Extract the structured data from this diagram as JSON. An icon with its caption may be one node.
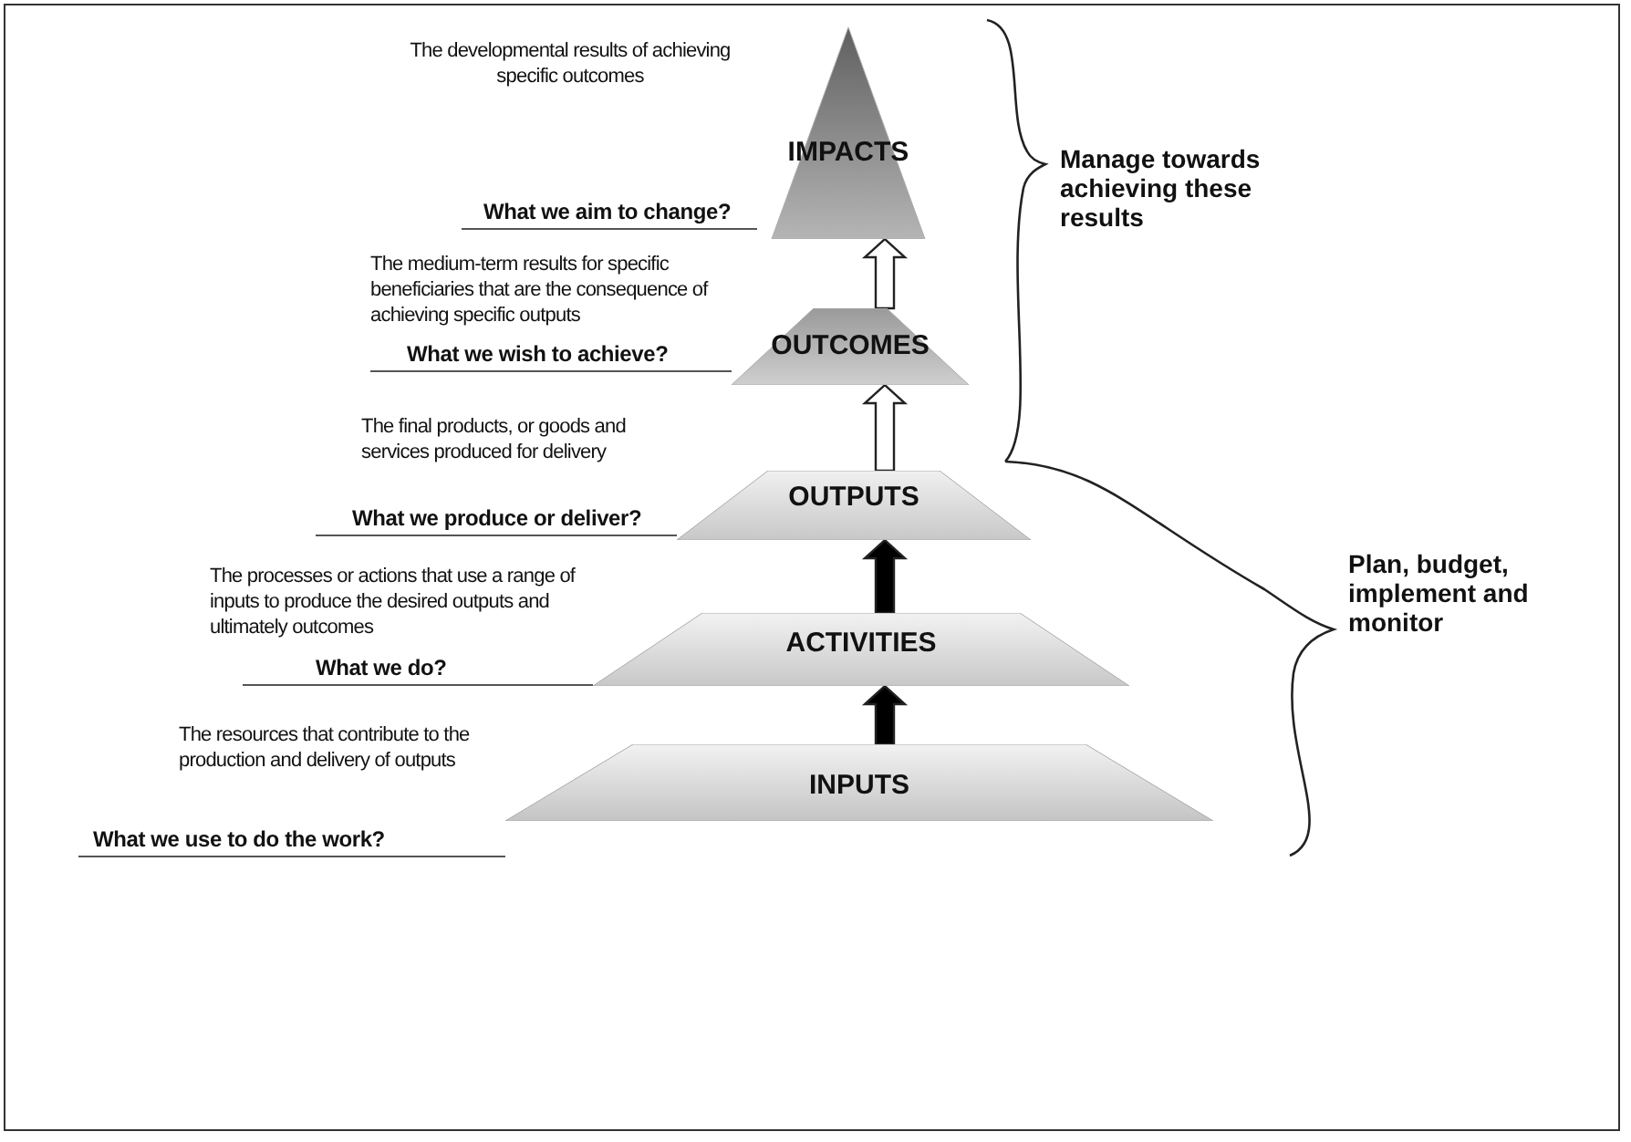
{
  "diagram": {
    "nodes": [
      {
        "text": [
          "IMPACTS"
        ],
        "beside": [
          "The developmental results of achieving specific outcomes",
          "What we aim to change?"
        ]
      },
      {
        "text": [
          "OUTCOMES"
        ],
        "beside": [
          "The medium-term results for specific beneficiaries that are the consequence of achieving specific outputs",
          "What we wish to achieve?"
        ]
      },
      {
        "text": [
          "OUTPUTS"
        ],
        "beside": [
          "The final products, or goods and services produced for delivery",
          "What we produce or deliver?"
        ]
      },
      {
        "text": [
          "ACTIVITIES"
        ],
        "beside": [
          "The processes or actions that use a range of inputs to produce the desired outputs and ultimately outcomes",
          "What we do?"
        ]
      },
      {
        "text": [
          "INPUTS"
        ],
        "beside": [
          "The resources that contribute to the production and delivery of outputs",
          "What we use to do the work?"
        ]
      }
    ],
    "edges": [
      {
        "from": 1,
        "to": 0,
        "arrow": "to",
        "color": "#ffffff"
      },
      {
        "from": 2,
        "to": 1,
        "arrow": "to",
        "color": "#ffffff"
      },
      {
        "from": 3,
        "to": 2,
        "arrow": "to",
        "color": "#000000"
      },
      {
        "from": 4,
        "to": 3,
        "arrow": "to",
        "color": "#000000"
      }
    ],
    "labels": [
      "Manage towards achieving these results",
      "Plan, budget, implement and monitor"
    ]
  }
}
